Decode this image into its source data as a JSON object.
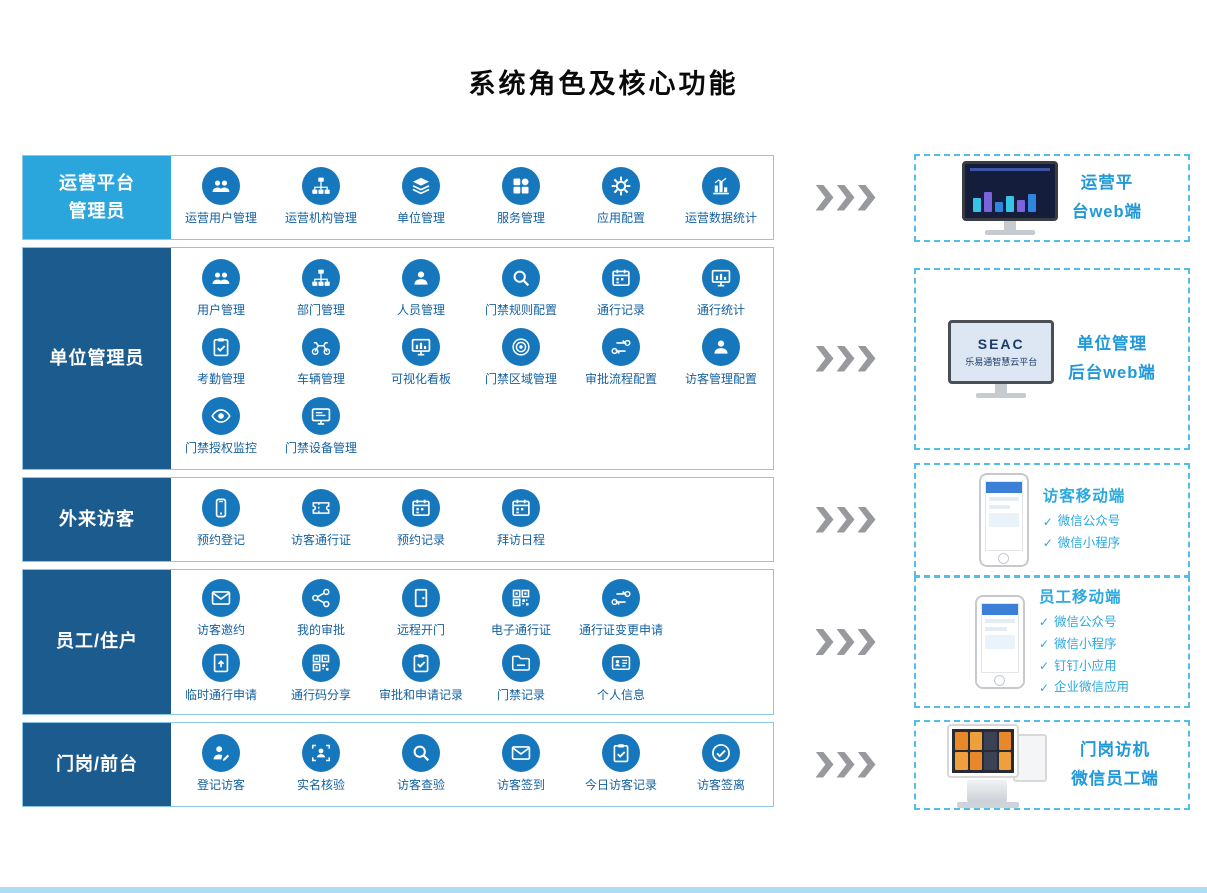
{
  "title": "系统角色及核心功能",
  "glyphs": {
    "check": "✓"
  },
  "colors": {
    "row_label_light": "#2BA6DD",
    "row_label_dark": "#1C5B8E",
    "icon_circle": "#1677BD",
    "item_text": "#15619F",
    "table_border": "#8CC6E9",
    "dashed_border": "#54BEEA",
    "device_label": "#2199D8",
    "mobile_accent": "#2BA9DF",
    "arrow": "#97999C",
    "bottom_bar": "#AEDCF5"
  },
  "rows": [
    {
      "id": "ops-admin",
      "style": "light",
      "role_lines": [
        "运营平台",
        "管理员"
      ],
      "items": [
        [
          {
            "label": "运营用户管理",
            "icon": "users"
          },
          {
            "label": "运营机构管理",
            "icon": "org-chart"
          },
          {
            "label": "单位管理",
            "icon": "layers"
          },
          {
            "label": "服务管理",
            "icon": "grid"
          },
          {
            "label": "应用配置",
            "icon": "gear"
          },
          {
            "label": "运营数据统计",
            "icon": "bar-chart"
          }
        ]
      ]
    },
    {
      "id": "unit-admin",
      "style": "dark",
      "role_lines": [
        "单位管理员"
      ],
      "items": [
        [
          {
            "label": "用户管理",
            "icon": "users"
          },
          {
            "label": "部门管理",
            "icon": "org-chart"
          },
          {
            "label": "人员管理",
            "icon": "user"
          },
          {
            "label": "门禁规则配置",
            "icon": "search"
          },
          {
            "label": "通行记录",
            "icon": "calendar"
          },
          {
            "label": "通行统计",
            "icon": "monitor-chart"
          }
        ],
        [
          {
            "label": "考勤管理",
            "icon": "clipboard-check"
          },
          {
            "label": "车辆管理",
            "icon": "motorcycle"
          },
          {
            "label": "可视化看板",
            "icon": "monitor-chart"
          },
          {
            "label": "门禁区域管理",
            "icon": "target"
          },
          {
            "label": "审批流程配置",
            "icon": "flow"
          },
          {
            "label": "访客管理配置",
            "icon": "user"
          }
        ],
        [
          {
            "label": "门禁授权监控",
            "icon": "eye"
          },
          {
            "label": "门禁设备管理",
            "icon": "monitor"
          }
        ]
      ]
    },
    {
      "id": "external-visitor",
      "style": "dark",
      "role_lines": [
        "外来访客"
      ],
      "items": [
        [
          {
            "label": "预约登记",
            "icon": "phone"
          },
          {
            "label": "访客通行证",
            "icon": "ticket"
          },
          {
            "label": "预约记录",
            "icon": "calendar"
          },
          {
            "label": "拜访日程",
            "icon": "calendar"
          }
        ]
      ]
    },
    {
      "id": "staff-resident",
      "style": "dark",
      "role_lines": [
        "员工/住户"
      ],
      "items": [
        [
          {
            "label": "访客邀约",
            "icon": "mail"
          },
          {
            "label": "我的审批",
            "icon": "share"
          },
          {
            "label": "远程开门",
            "icon": "door"
          },
          {
            "label": "电子通行证",
            "icon": "qr"
          },
          {
            "label": "通行证变更申请",
            "icon": "flow"
          }
        ],
        [
          {
            "label": "临时通行申请",
            "icon": "upload"
          },
          {
            "label": "通行码分享",
            "icon": "qr"
          },
          {
            "label": "审批和申请记录",
            "icon": "clipboard-check"
          },
          {
            "label": "门禁记录",
            "icon": "folder"
          },
          {
            "label": "个人信息",
            "icon": "id-card"
          }
        ]
      ]
    },
    {
      "id": "gate-front-desk",
      "style": "dark",
      "role_lines": [
        "门岗/前台"
      ],
      "items": [
        [
          {
            "label": "登记访客",
            "icon": "user-edit"
          },
          {
            "label": "实名核验",
            "icon": "face-verify"
          },
          {
            "label": "访客查验",
            "icon": "search"
          },
          {
            "label": "访客签到",
            "icon": "mail"
          },
          {
            "label": "今日访客记录",
            "icon": "clipboard-check"
          },
          {
            "label": "访客签离",
            "icon": "check"
          }
        ]
      ]
    }
  ],
  "targets": [
    {
      "id": "ops-web",
      "device": "desktop-dashboard",
      "label_lines": [
        "运营平",
        "台web端"
      ]
    },
    {
      "id": "unit-web",
      "device": "desktop-seac",
      "screen_title": "SEAC",
      "screen_subtitle": "乐易通智慧云平台",
      "label_lines": [
        "单位管理",
        "后台web端"
      ]
    },
    {
      "id": "visitor-mobile",
      "device": "phone",
      "title": "访客移动端",
      "bullets": [
        "微信公众号",
        "微信小程序"
      ]
    },
    {
      "id": "staff-mobile",
      "device": "phone",
      "title": "员工移动端",
      "bullets": [
        "微信公众号",
        "微信小程序",
        "钉钉小应用",
        "企业微信应用"
      ]
    },
    {
      "id": "gate-terminal",
      "device": "kiosk",
      "label_lines": [
        "门岗访机",
        "微信员工端"
      ]
    }
  ]
}
